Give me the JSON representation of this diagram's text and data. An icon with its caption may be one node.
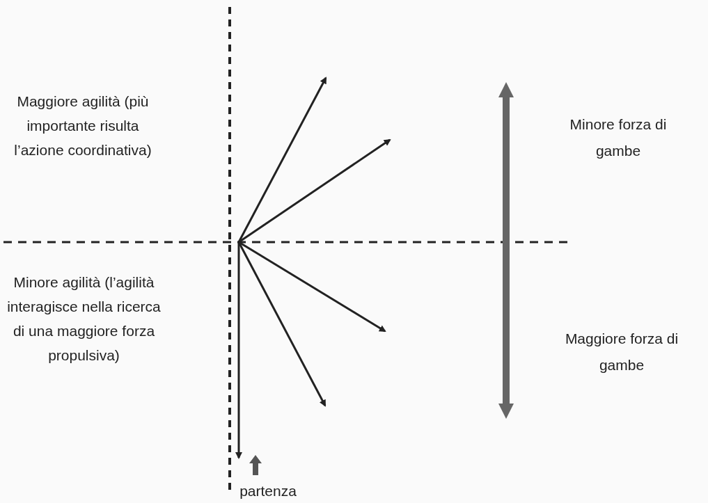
{
  "diagram": {
    "labels": [
      "Maggiore agilità (più importante risulta l’azione coordinativa)",
      "Minore forza di gambe",
      "Minore agilità (l’agilità interagisce nella ricerca di una maggiore forza propulsiva)",
      "Maggiore forza di gambe",
      "partenza"
    ]
  }
}
